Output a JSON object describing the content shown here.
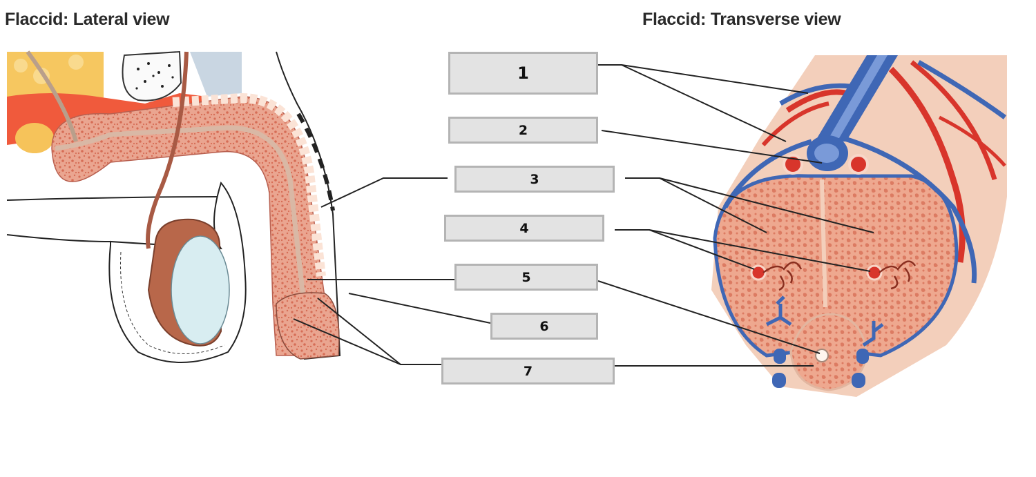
{
  "titles": {
    "lateral": "Flaccid: Lateral view",
    "transverse": "Flaccid: Transverse view"
  },
  "labels": [
    {
      "id": "1",
      "text": "1"
    },
    {
      "id": "2",
      "text": "2"
    },
    {
      "id": "3",
      "text": "3"
    },
    {
      "id": "4",
      "text": "4"
    },
    {
      "id": "5",
      "text": "5"
    },
    {
      "id": "6",
      "text": "6"
    },
    {
      "id": "7",
      "text": "7"
    }
  ],
  "colors": {
    "erectile_tissue": "#e9a08a",
    "erectile_speckle": "#d4705a",
    "skin": "#f3d2bf",
    "vein": "#3f67b5",
    "vein_light": "#7a9ad8",
    "artery": "#d8352b",
    "fat": "#f5c35a",
    "testis": "#d8eef2",
    "epididymis": "#b86a4a",
    "box_fill": "#e3e3e3",
    "box_border": "#b4b4b4"
  }
}
